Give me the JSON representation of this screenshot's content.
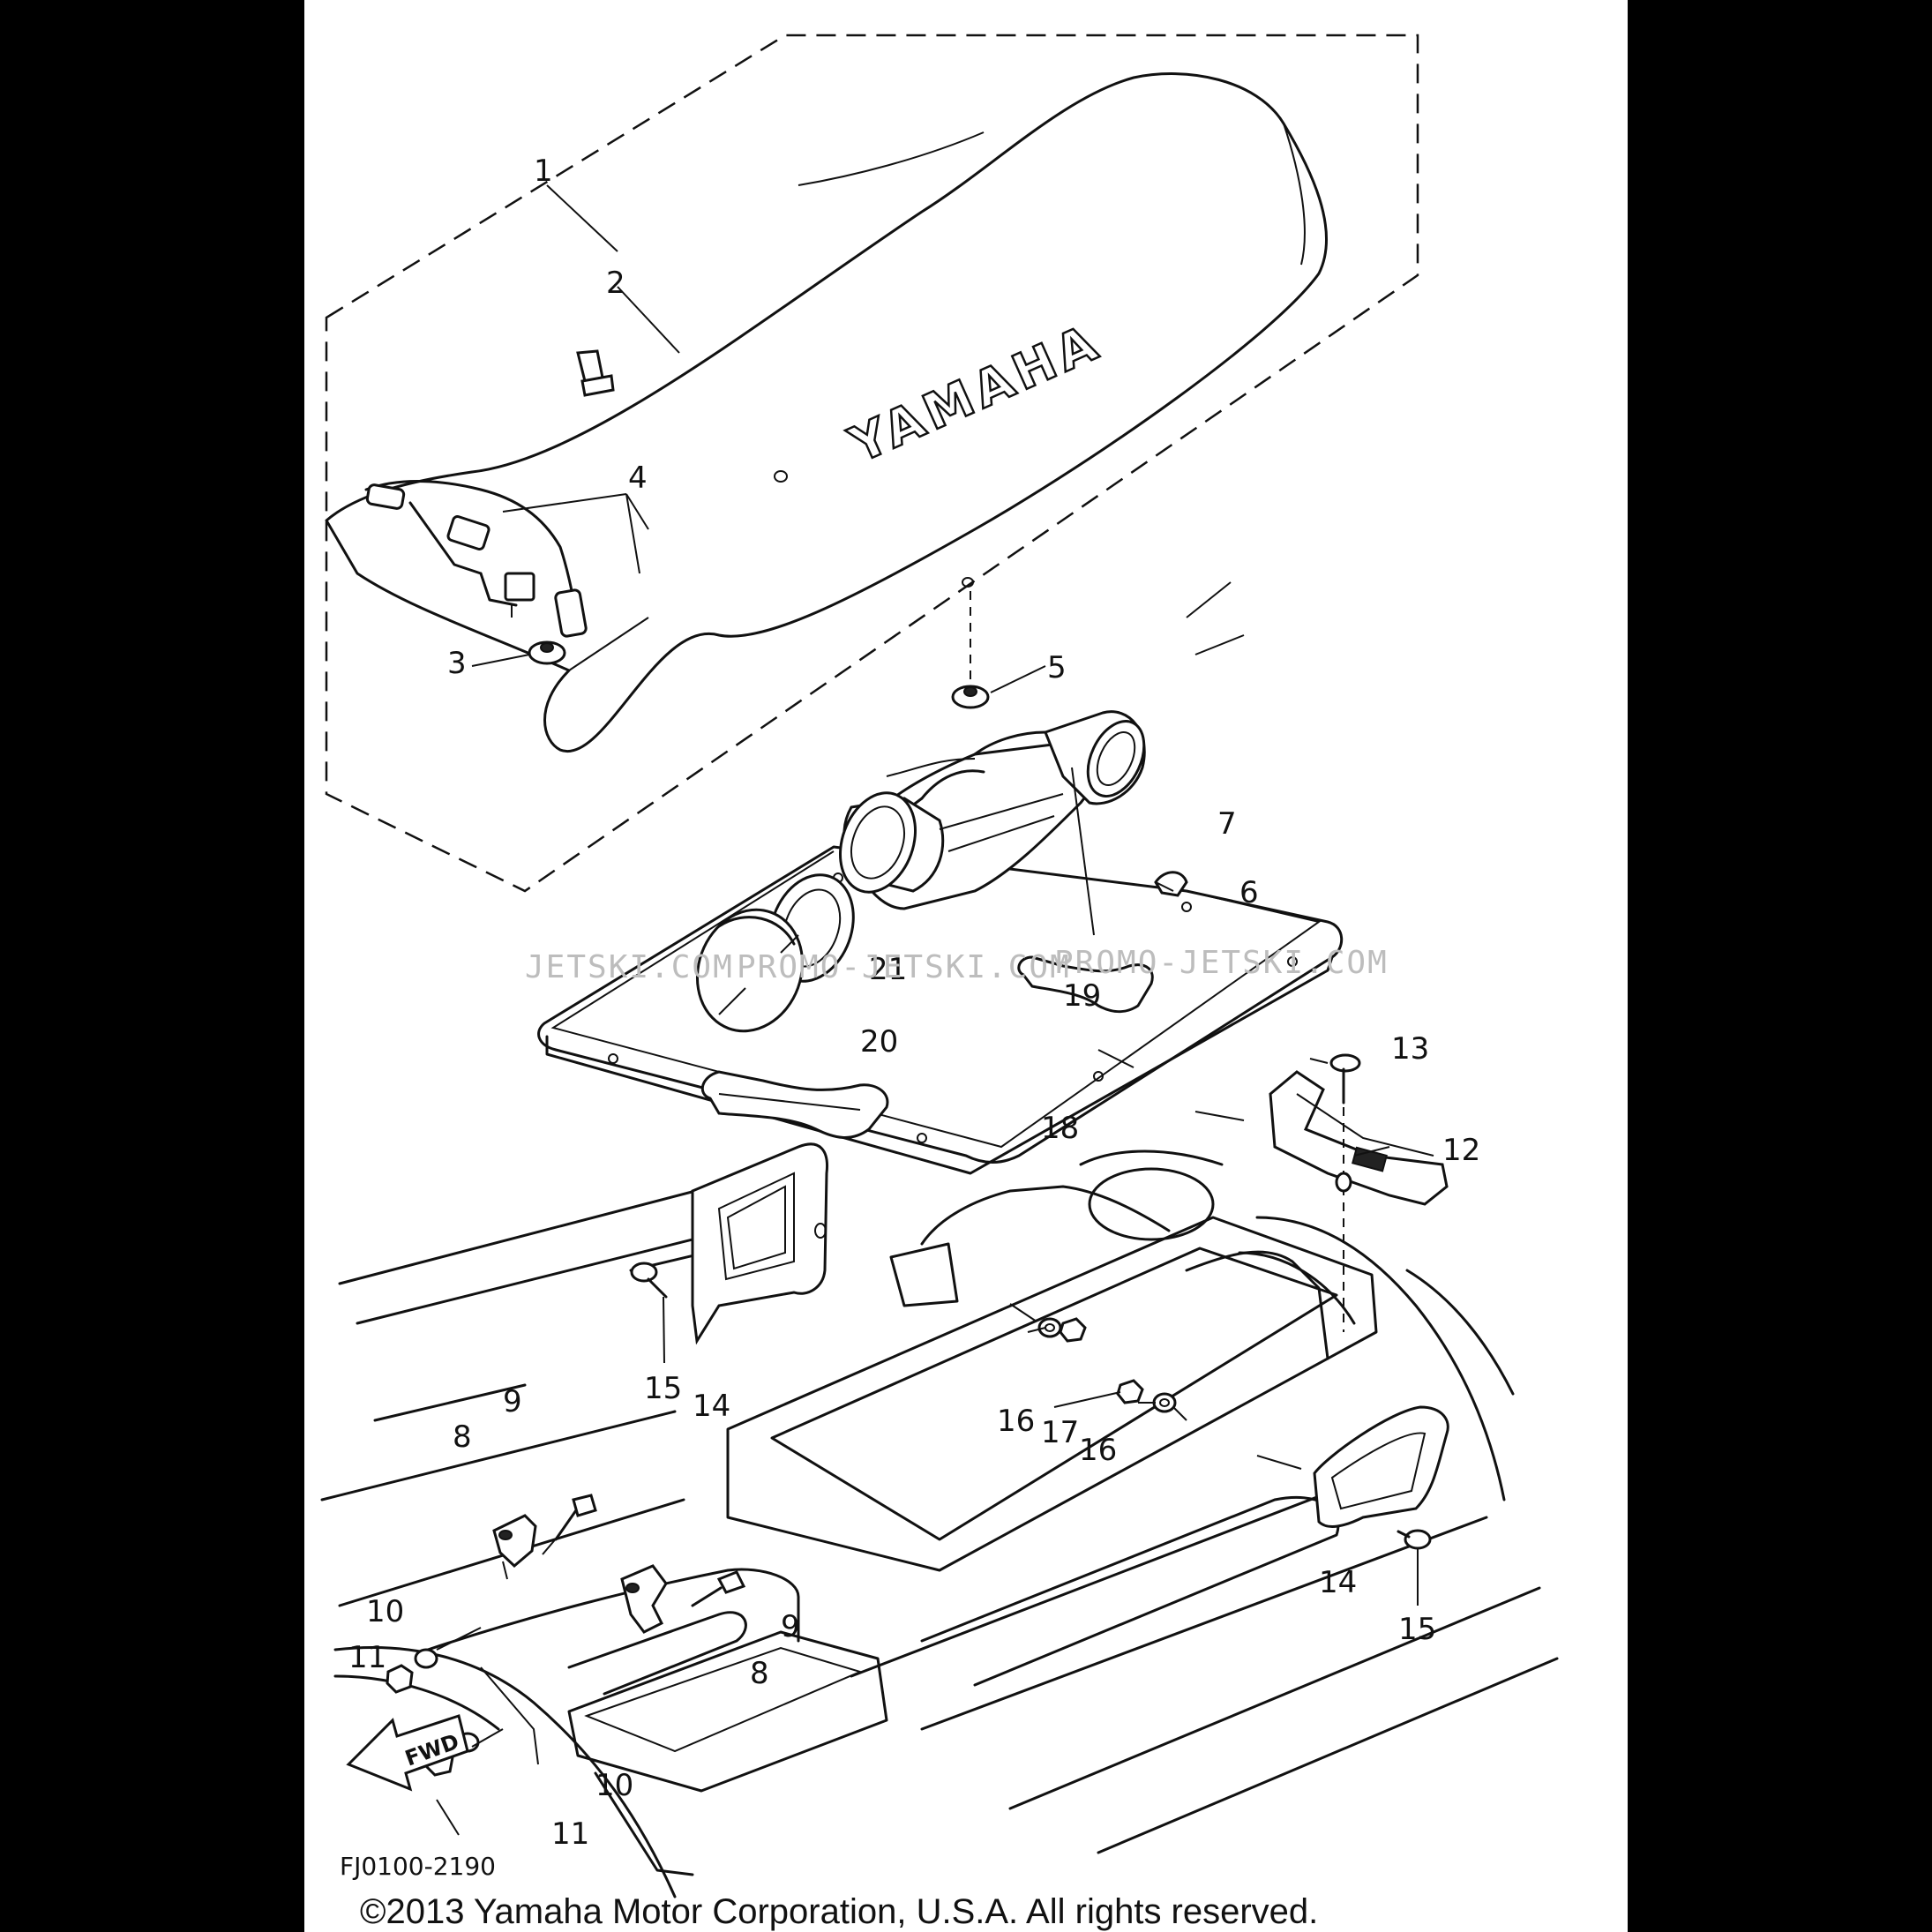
{
  "brand_text": "YAMAHA",
  "fwd_label": "FWD",
  "diagram_code": "FJ0100-2190",
  "copyright": "©2013 Yamaha Motor Corporation, U.S.A. All rights reserved.",
  "watermark": {
    "left": "JETSKI.COM",
    "middle": "PROMO-JETSKI.COM",
    "right": "PROMO-JETSKI.COM"
  },
  "callouts": {
    "c1": "1",
    "c2": "2",
    "c3": "3",
    "c4": "4",
    "c5": "5",
    "c6": "6",
    "c7": "7",
    "c8a": "8",
    "c8b": "8",
    "c9a": "9",
    "c9b": "9",
    "c10a": "10",
    "c10b": "10",
    "c11a": "11",
    "c11b": "11",
    "c12": "12",
    "c13": "13",
    "c14a": "14",
    "c14b": "14",
    "c15a": "15",
    "c15b": "15",
    "c16a": "16",
    "c16b": "16",
    "c17": "17",
    "c18": "18",
    "c19": "19",
    "c20": "20",
    "c21": "21"
  },
  "colors": {
    "background": "#000000",
    "sheet": "#ffffff",
    "ink": "#111111",
    "watermark": "#bdbdbd"
  }
}
